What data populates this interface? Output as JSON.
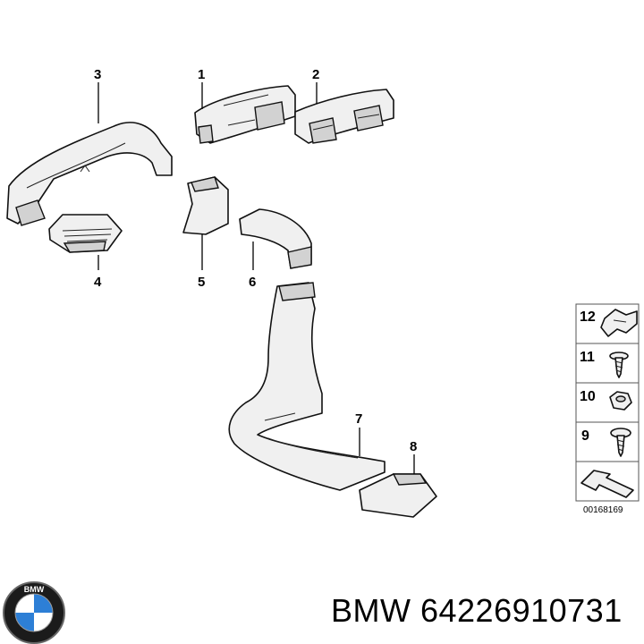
{
  "callouts": {
    "c1": "1",
    "c2": "2",
    "c3": "3",
    "c4": "4",
    "c5": "5",
    "c6": "6",
    "c7": "7",
    "c8": "8"
  },
  "side_panel": {
    "items": [
      {
        "number": "12",
        "icon": "clip-icon"
      },
      {
        "number": "11",
        "icon": "screw-icon"
      },
      {
        "number": "10",
        "icon": "nut-icon"
      },
      {
        "number": "9",
        "icon": "screw-icon"
      }
    ],
    "arrow_icon": "direction-arrow-icon",
    "image_code": "00168169"
  },
  "logo": {
    "text": "BMW"
  },
  "caption": "BMW 64226910731"
}
